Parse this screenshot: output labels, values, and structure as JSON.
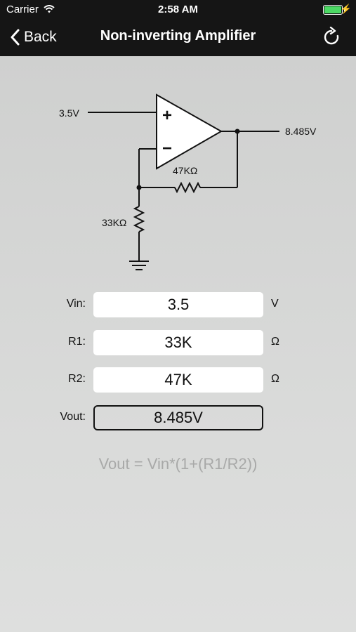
{
  "status_bar": {
    "carrier": "Carrier",
    "time": "2:58 AM"
  },
  "nav": {
    "back_label": "Back",
    "title": "Non-inverting Amplifier"
  },
  "circuit": {
    "vin_label": "3.5V",
    "vout_label": "8.485V",
    "r2_label": "47KΩ",
    "r1_label": "33KΩ",
    "plus": "+",
    "minus": "−"
  },
  "fields": [
    {
      "label": "Vin:",
      "value": "3.5",
      "unit": "V"
    },
    {
      "label": "R1:",
      "value": "33K",
      "unit": "Ω"
    },
    {
      "label": "R2:",
      "value": "47K",
      "unit": "Ω"
    }
  ],
  "output": {
    "label": "Vout:",
    "value": "8.485V"
  },
  "formula": "Vout = Vin*(1+(R1/R2))",
  "colors": {
    "navbar": "#151515",
    "battery": "#4cd964",
    "formula": "#a8a9a8"
  }
}
